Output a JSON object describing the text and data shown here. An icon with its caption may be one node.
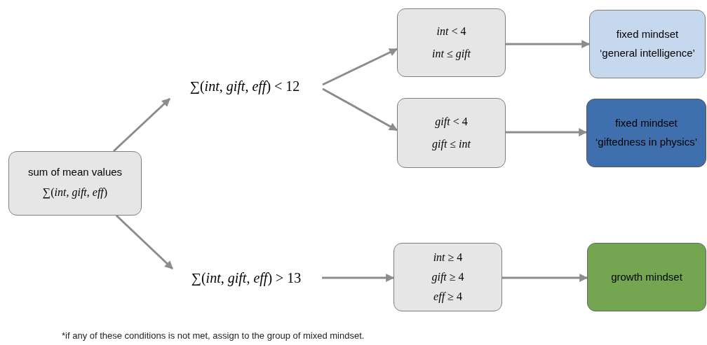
{
  "diagram": {
    "nodes": [
      {
        "text": [
          "sum of mean values",
          "∑(*int*, *gift*, *eff*)"
        ]
      },
      {
        "text": [
          "∑(*int*, *gift*, *eff*) < 12"
        ]
      },
      {
        "text": [
          "∑(*int*, *gift*, *eff*) > 13"
        ]
      },
      {
        "text": [
          "*int* < 4",
          "*int* ≤ *gift*"
        ]
      },
      {
        "text": [
          "*gift* < 4",
          "*gift* ≤ *int*"
        ]
      },
      {
        "text": [
          "*int* ≥ 4",
          "*gift* ≥ 4",
          "*eff* ≥ 4"
        ]
      },
      {
        "text": [
          "fixed mindset",
          "‘general intelligence’"
        ]
      },
      {
        "text": [
          "fixed mindset",
          "‘giftedness in physics’"
        ]
      },
      {
        "text": [
          "growth mindset"
        ]
      }
    ],
    "edges": [
      {
        "from": 0,
        "to": 1,
        "arrow": "to"
      },
      {
        "from": 0,
        "to": 2,
        "arrow": "to"
      },
      {
        "from": 1,
        "to": 3,
        "arrow": "to"
      },
      {
        "from": 1,
        "to": 4,
        "arrow": "to"
      },
      {
        "from": 2,
        "to": 5,
        "arrow": "to"
      },
      {
        "from": 3,
        "to": 6,
        "arrow": "to"
      },
      {
        "from": 4,
        "to": 7,
        "arrow": "to"
      },
      {
        "from": 5,
        "to": 8,
        "arrow": "to"
      }
    ],
    "labels": [
      "*if any of these conditions is not met, assign to the group of mixed mindset."
    ]
  }
}
